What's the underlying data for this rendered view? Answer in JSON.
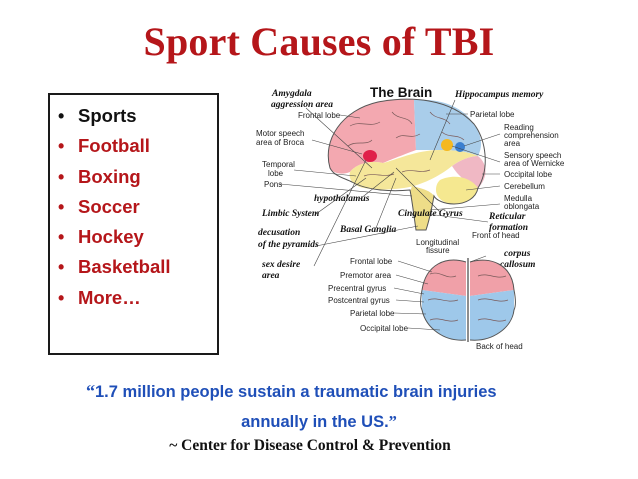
{
  "slide": {
    "title": "Sport Causes of TBI",
    "bullet_glyph": "•",
    "list": [
      "Sports",
      "Football",
      "Boxing",
      "Soccer",
      "Hockey",
      "Basketball",
      "More…"
    ],
    "quote_line1_open": "“",
    "quote_line1_text": "1.7 million people sustain a traumatic brain injuries",
    "quote_line2_text": "annually in the US.",
    "quote_line2_close": "”",
    "attribution": "~ Center for Disease Control & Prevention"
  },
  "diagram": {
    "title": "The Brain",
    "handwritten": {
      "amygdala_1": "Amygdala",
      "amygdala_2": "aggression area",
      "hippocampus": "Hippocampus memory",
      "hypothalamus": "hypothalamus",
      "limbic": "Limbic System",
      "cingulate": "Cingulate Gyrus",
      "basal": "Basal Ganglia",
      "reticular_1": "Reticular",
      "reticular_2": "formation",
      "decussation_1": "decusation",
      "decussation_2": "of the pyramids",
      "sex_1": "sex desire",
      "sex_2": "area",
      "corpus_1": "corpus",
      "corpus_2": "callosum"
    },
    "labels": {
      "frontal_lobe": "Frontal lobe",
      "motor_speech_1": "Motor speech",
      "motor_speech_2": "area of Broca",
      "temporal_1": "Temporal",
      "temporal_2": "lobe",
      "pons": "Pons",
      "parietal_lobe": "Parietal lobe",
      "reading_1": "Reading",
      "reading_2": "comprehension",
      "reading_3": "area",
      "sensory_1": "Sensory speech",
      "sensory_2": "area of Wernicke",
      "occipital_lobe": "Occipital lobe",
      "cerebellum": "Cerebellum",
      "medulla_1": "Medulla",
      "medulla_2": "oblongata",
      "longitudinal_1": "Longitudinal",
      "longitudinal_2": "fissure",
      "front_of_head": "Front of head",
      "top_frontal": "Frontal lobe",
      "premotor": "Premotor area",
      "precentral": "Precentral gyrus",
      "postcentral": "Postcentral gyrus",
      "top_parietal": "Parietal lobe",
      "top_occipital": "Occipital lobe",
      "back_of_head": "Back of head"
    },
    "colors": {
      "frontal": "#f3a8b0",
      "parietal": "#a9cdea",
      "temporal": "#f5e79a",
      "occipital": "#f0b8c4",
      "cerebellum": "#f5e890",
      "brainstem": "#eedd88",
      "top_front": "#f0a0a8",
      "top_back": "#9ec8ea",
      "broca": "#e0204a",
      "wernicke": "#f5b820"
    }
  }
}
